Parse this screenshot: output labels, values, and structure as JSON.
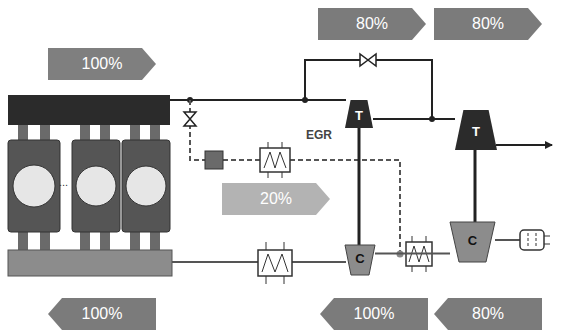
{
  "diagram": {
    "nodes": [
      {
        "text": [
          "80%"
        ]
      },
      {
        "text": [
          "80%"
        ]
      },
      {
        "text": [
          "100%"
        ]
      },
      {
        "text": [
          "T"
        ]
      },
      {
        "text": [
          "T"
        ]
      },
      {
        "text": [
          "20%"
        ]
      },
      {
        "text": [
          "C"
        ]
      },
      {
        "text": [
          "C"
        ]
      },
      {
        "text": [
          "100%"
        ]
      },
      {
        "text": [
          "100%"
        ]
      },
      {
        "text": [
          "80%"
        ]
      }
    ],
    "edges": [
      {
        "from": 3,
        "to": 4,
        "arrow": "none"
      },
      {
        "from": 3,
        "to": 7,
        "arrow": "none"
      },
      {
        "from": 4,
        "to": 6,
        "arrow": "none"
      },
      {
        "from": 6,
        "to": 7,
        "arrow": "none"
      }
    ],
    "labels": [
      "EGR",
      "..."
    ]
  }
}
